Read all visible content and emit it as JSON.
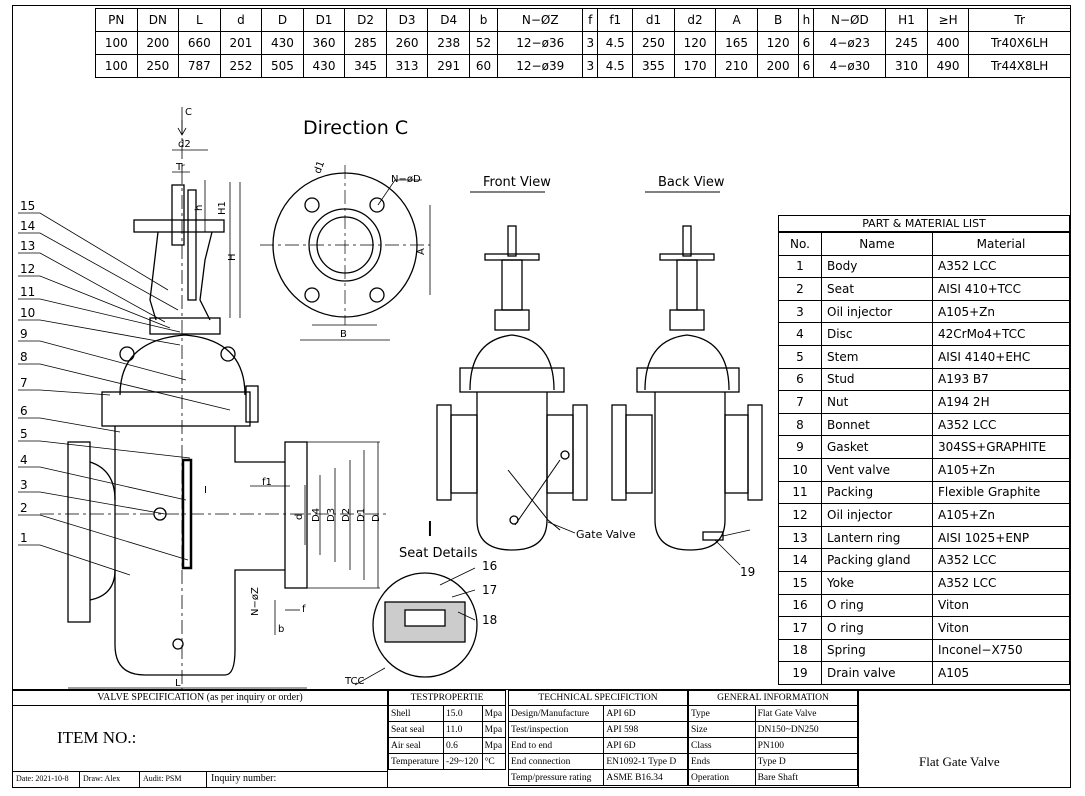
{
  "dimension_table": {
    "headers": [
      "PN",
      "DN",
      "L",
      "d",
      "D",
      "D1",
      "D2",
      "D3",
      "D4",
      "b",
      "N−ØZ",
      "f",
      "f1",
      "d1",
      "d2",
      "A",
      "B",
      "h",
      "N−ØD",
      "H1",
      "≥H",
      "Tr"
    ],
    "rows": [
      [
        "100",
        "200",
        "660",
        "201",
        "430",
        "360",
        "285",
        "260",
        "238",
        "52",
        "12−ø36",
        "3",
        "4.5",
        "250",
        "120",
        "165",
        "120",
        "6",
        "4−ø23",
        "245",
        "400",
        "Tr40X6LH"
      ],
      [
        "100",
        "250",
        "787",
        "252",
        "505",
        "430",
        "345",
        "313",
        "291",
        "60",
        "12−ø39",
        "3",
        "4.5",
        "355",
        "170",
        "210",
        "200",
        "6",
        "4−ø30",
        "310",
        "490",
        "Tr44X8LH"
      ]
    ]
  },
  "drawing": {
    "direction_label": "Direction C",
    "front_view_label": "Front View",
    "back_view_label": "Back View",
    "seat_details_roman": "I",
    "seat_details_label": "Seat Details",
    "gate_valve_label": "Gate Valve",
    "balloons": [
      "15",
      "14",
      "13",
      "12",
      "11",
      "10",
      "9",
      "8",
      "7",
      "6",
      "5",
      "4",
      "3",
      "2",
      "1"
    ],
    "seat_balloons": [
      "16",
      "17",
      "18"
    ],
    "drain_balloon": "19",
    "tcc_label": "TCC",
    "dim_labels": {
      "c": "C",
      "d2": "d2",
      "tr": "Tr",
      "h": "h",
      "h1": "H1",
      "H": "H",
      "nod": "N−øD",
      "d1": "d1",
      "A": "A",
      "B": "B",
      "f1": "f1",
      "d": "d",
      "D4": "D4",
      "D3": "D3",
      "D2": "D2",
      "D1": "D1",
      "D": "D",
      "noz": "N−øZ",
      "f": "f",
      "b": "b",
      "L": "L",
      "I": "I"
    }
  },
  "parts_list": {
    "title": "PART & MATERIAL LIST",
    "headers": [
      "No.",
      "Name",
      "Material"
    ],
    "rows": [
      [
        "1",
        "Body",
        "A352 LCC"
      ],
      [
        "2",
        "Seat",
        "AISI 410+TCC"
      ],
      [
        "3",
        "Oil injector",
        "A105+Zn"
      ],
      [
        "4",
        "Disc",
        "42CrMo4+TCC"
      ],
      [
        "5",
        "Stem",
        "AISI 4140+EHC"
      ],
      [
        "6",
        "Stud",
        "A193  B7"
      ],
      [
        "7",
        "Nut",
        "A194  2H"
      ],
      [
        "8",
        "Bonnet",
        "A352 LCC"
      ],
      [
        "9",
        "Gasket",
        "304SS+GRAPHITE"
      ],
      [
        "10",
        "Vent valve",
        "A105+Zn"
      ],
      [
        "11",
        "Packing",
        "Flexible Graphite"
      ],
      [
        "12",
        "Oil injector",
        "A105+Zn"
      ],
      [
        "13",
        "Lantern ring",
        "AISI 1025+ENP"
      ],
      [
        "14",
        "Packing gland",
        "A352 LCC"
      ],
      [
        "15",
        "Yoke",
        "A352 LCC"
      ],
      [
        "16",
        "O ring",
        "Viton"
      ],
      [
        "17",
        "O ring",
        "Viton"
      ],
      [
        "18",
        "Spring",
        "Inconel−X750"
      ],
      [
        "19",
        "Drain valve",
        "A105"
      ]
    ]
  },
  "spec_block": {
    "valve_spec_title": "VALVE SPECIFICATION (as per inquiry or order)",
    "item_no": "ITEM NO.:",
    "test_title": "TESTPROPERTIE",
    "test_rows": [
      [
        "Shell",
        "15.0",
        "Mpa"
      ],
      [
        "Seat seal",
        "11.0",
        "Mpa"
      ],
      [
        "Air seal",
        "0.6",
        "Mpa"
      ],
      [
        "Temperature",
        "-29~120",
        "°C"
      ]
    ],
    "tech_title": "TECHNICAL SPECIFICTION",
    "tech_rows": [
      [
        "Design/Manufacture",
        "API 6D"
      ],
      [
        "Test/inspection",
        "API 598"
      ],
      [
        "End to end",
        "API 6D"
      ],
      [
        "End connection",
        "EN1092-1 Type D"
      ],
      [
        "Temp/pressure rating",
        "ASME B16.34"
      ]
    ],
    "general_title": "GENERAL INFORMATION",
    "general_rows": [
      [
        "Type",
        "Flat Gate Valve"
      ],
      [
        "Size",
        "DN150~DN250"
      ],
      [
        "Class",
        "PN100"
      ],
      [
        "Ends",
        "Type D"
      ],
      [
        "Operation",
        "Bare Shaft"
      ]
    ],
    "product_name": "Flat Gate Valve",
    "footer": {
      "date": "Date: 2021-10-8",
      "draw": "Draw: Alex",
      "audit": "Audit: PSM",
      "inquiry": "Inquiry number:"
    }
  }
}
